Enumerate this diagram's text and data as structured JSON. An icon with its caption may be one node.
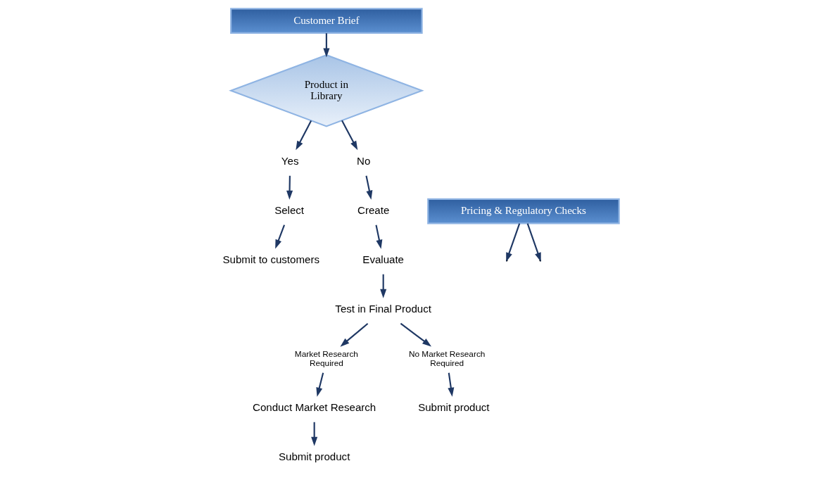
{
  "diagram": {
    "nodes": [
      {
        "text": [
          "Customer Brief"
        ]
      },
      {
        "text": [
          "Product in Library"
        ]
      },
      {
        "text": [
          "Yes"
        ]
      },
      {
        "text": [
          "Select"
        ]
      },
      {
        "text": [
          "Submit to customers"
        ]
      },
      {
        "text": [
          "No"
        ]
      },
      {
        "text": [
          "Create"
        ]
      },
      {
        "text": [
          "Evaluate"
        ]
      },
      {
        "text": [
          "Test in Final Product"
        ]
      },
      {
        "text": [
          "Pricing & Regulatory Checks"
        ]
      },
      {
        "text": [
          "Market Research Required"
        ]
      },
      {
        "text": [
          "No Market Research Required"
        ]
      },
      {
        "text": [
          "Conduct Market Research"
        ]
      },
      {
        "text": [
          "Submit product"
        ]
      },
      {
        "text": [
          "Submit product"
        ]
      }
    ],
    "edges": [
      {
        "from": 0,
        "to": 1,
        "arrow": "to"
      },
      {
        "from": 1,
        "to": 2,
        "arrow": "to"
      },
      {
        "from": 1,
        "to": 5,
        "arrow": "to"
      },
      {
        "from": 2,
        "to": 3,
        "arrow": "to"
      },
      {
        "from": 3,
        "to": 4,
        "arrow": "to"
      },
      {
        "from": 5,
        "to": 6,
        "arrow": "to"
      },
      {
        "from": 6,
        "to": 7,
        "arrow": "to"
      },
      {
        "from": 7,
        "to": 8,
        "arrow": "to"
      },
      {
        "from": 9,
        "to": null,
        "arrow": "to"
      },
      {
        "from": 9,
        "to": null,
        "arrow": "to"
      },
      {
        "from": 8,
        "to": 10,
        "arrow": "to"
      },
      {
        "from": 8,
        "to": 11,
        "arrow": "to"
      },
      {
        "from": 10,
        "to": 12,
        "arrow": "to"
      },
      {
        "from": 12,
        "to": 13,
        "arrow": "to"
      },
      {
        "from": 11,
        "to": 14,
        "arrow": "to"
      }
    ]
  }
}
